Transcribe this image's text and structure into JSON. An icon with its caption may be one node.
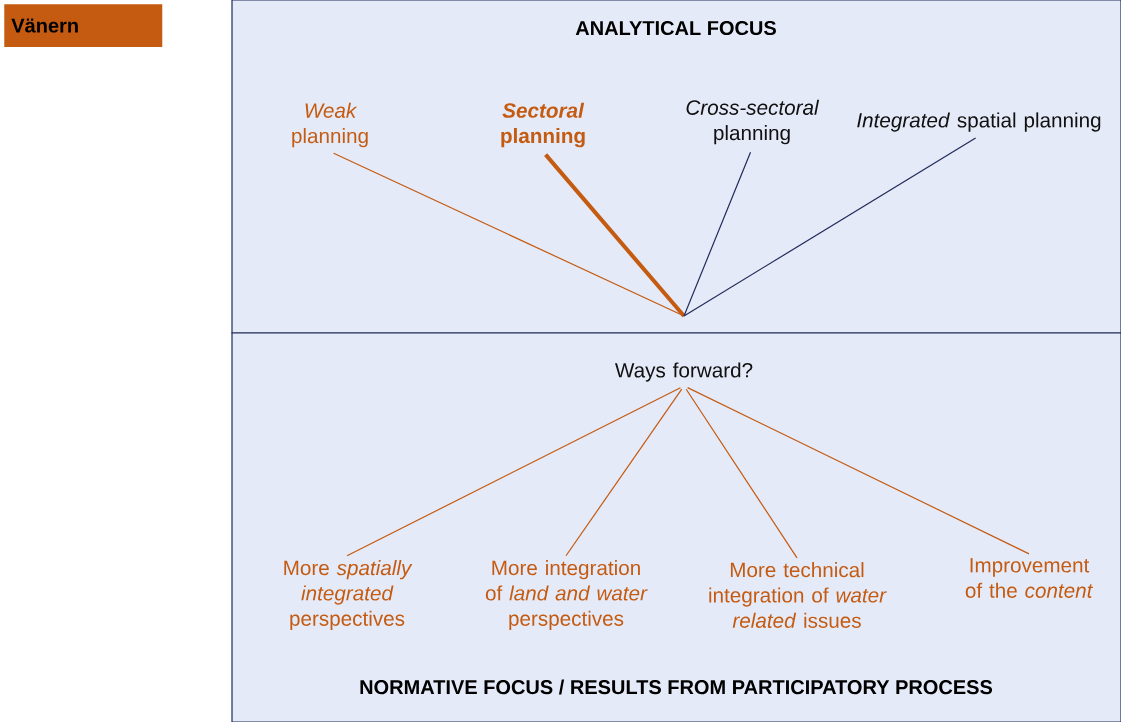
{
  "diagram": {
    "nodes": [
      {
        "text": [
          "Vänern"
        ]
      },
      {
        "text": [
          "ANALYTICAL FOCUS"
        ]
      },
      {
        "text": [
          "NORMATIVE FOCUS / RESULTS FROM PARTICIPATORY PROCESS"
        ]
      },
      {
        "text": [
          "*Weak* planning"
        ],
        "in": 1
      },
      {
        "text": [
          "*Sectoral* planning"
        ],
        "in": 1
      },
      {
        "text": [
          "*Cross-sectoral* planning"
        ],
        "in": 1
      },
      {
        "text": [
          "*Integrated* spatial planning"
        ],
        "in": 1
      },
      {
        "text": [
          "Ways forward?"
        ],
        "in": 2
      },
      {
        "text": [
          "More *spatially integrated* perspectives"
        ],
        "in": 2
      },
      {
        "text": [
          "More integration of *land and water* perspectives"
        ],
        "in": 2
      },
      {
        "text": [
          "More technical integration of *water related* issues"
        ],
        "in": 2
      },
      {
        "text": [
          "Improvement of the *content*"
        ],
        "in": 2
      }
    ],
    "edges": [
      {
        "from": 3,
        "to": null,
        "arrow": "none"
      },
      {
        "from": 4,
        "to": null,
        "arrow": "none",
        "style": "thick"
      },
      {
        "from": 5,
        "to": null,
        "arrow": "none",
        "color": "#1f2a5a"
      },
      {
        "from": 6,
        "to": null,
        "arrow": "none",
        "color": "#1f2a5a"
      },
      {
        "from": 7,
        "to": 8,
        "arrow": "none"
      },
      {
        "from": 7,
        "to": 9,
        "arrow": "none"
      },
      {
        "from": 7,
        "to": 10,
        "arrow": "none"
      },
      {
        "from": 7,
        "to": 11,
        "arrow": "none"
      }
    ]
  }
}
